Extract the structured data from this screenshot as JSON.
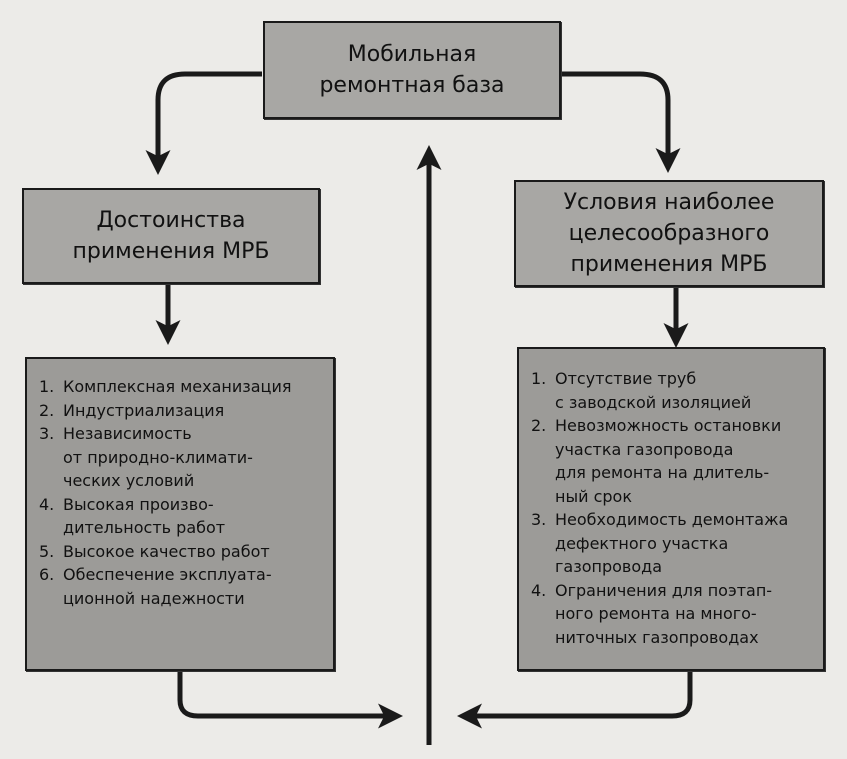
{
  "top_box": {
    "title": "Мобильная\nремонтная база"
  },
  "left_header": {
    "title": "Достоинства\nприменения МРБ"
  },
  "right_header": {
    "title": "Условия наиболее\nцелесообразного\nприменения МРБ"
  },
  "left_list": {
    "items": [
      {
        "num": "1.",
        "text": "Комплексная механизация"
      },
      {
        "num": "2.",
        "text": "Индустриализация"
      },
      {
        "num": "3.",
        "text": "Независимость\nот природно-климати-\nческих условий"
      },
      {
        "num": "4.",
        "text": "Высокая произво-\nдительность работ"
      },
      {
        "num": "5.",
        "text": "Высокое качество работ"
      },
      {
        "num": "6.",
        "text": "Обеспечение эксплуата-\nционной надежности"
      }
    ]
  },
  "right_list": {
    "items": [
      {
        "num": "1.",
        "text": "Отсутствие труб\nс заводской изоляцией"
      },
      {
        "num": "2.",
        "text": "Невозможность остановки\nучастка газопровода\nдля ремонта на длитель-\nный срок"
      },
      {
        "num": "3.",
        "text": "Необходимость демонтажа\nдефектного участка\nгазопровода"
      },
      {
        "num": "4.",
        "text": "Ограничения для поэтап-\nного ремонта на много-\nниточных газопроводах"
      }
    ]
  },
  "colors": {
    "box_fill": "#a8a7a4",
    "border": "#1a1a1a",
    "background": "#ecebe8"
  }
}
